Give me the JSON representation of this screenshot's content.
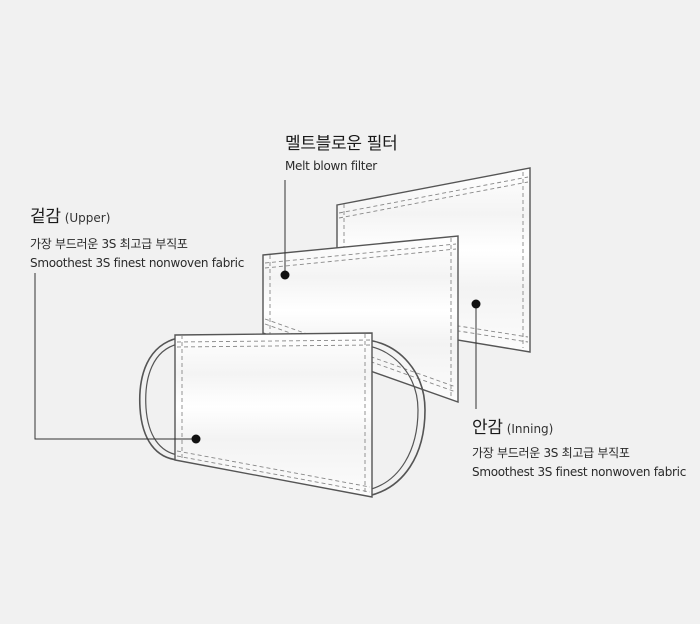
{
  "labels": {
    "middle": {
      "title": "멜트블로운 필터",
      "subtitle": "Melt blown filter"
    },
    "outer": {
      "title": "겉감",
      "title_en": "(Upper)",
      "desc_ko": "가장 부드러운 3S 최고급 부직포",
      "desc_en": "Smoothest 3S finest nonwoven fabric"
    },
    "inner": {
      "title": "안감",
      "title_en": "(Inning)",
      "desc_ko": "가장 부드러운 3S 최고급 부직포",
      "desc_en": "Smoothest 3S finest nonwoven fabric"
    }
  },
  "colors": {
    "background": "#f1f1f1",
    "line": "#555555",
    "stitch": "#8a8a8a",
    "panel": "#ffffff",
    "dot": "#111111"
  }
}
